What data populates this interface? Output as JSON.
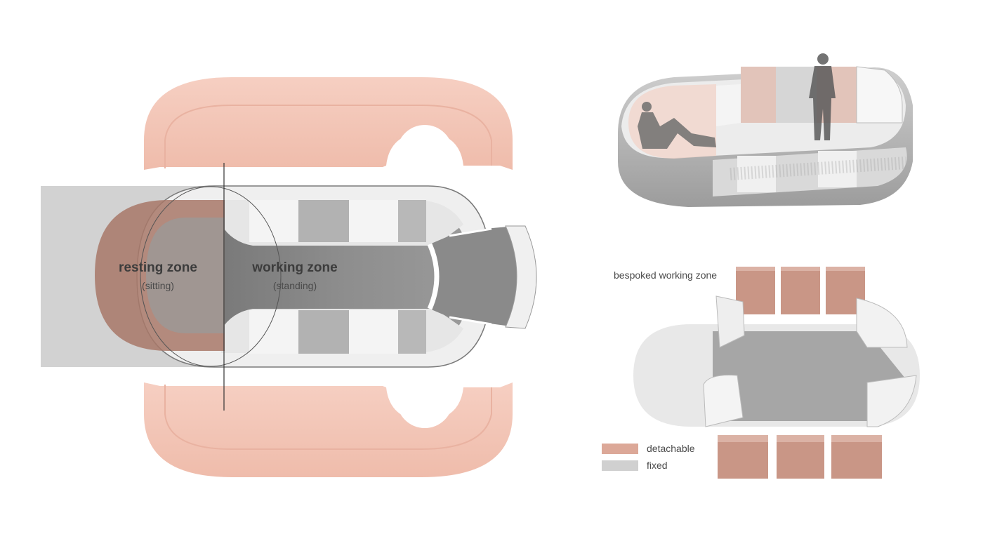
{
  "labels": {
    "resting_zone": "resting zone",
    "resting_zone_sub": "(sitting)",
    "working_zone": "working zone",
    "working_zone_sub": "(standing)",
    "bespoke_section": "bespoked working zone"
  },
  "legend": [
    {
      "label": "detachable",
      "color": "#dca898"
    },
    {
      "label": "fixed",
      "color": "#d0d0d0"
    }
  ],
  "colors": {
    "shell_pink": "#f5c9bc",
    "shell_pink_inner": "#eab6a6",
    "resting_brown": "#a87868",
    "floor_gray": "#8c8c8c",
    "wall_light": "#e4e4e4",
    "panel_dark": "#b4b4b4",
    "fixed_gray": "#d4d4d4",
    "detachable_block": "#c99686"
  }
}
